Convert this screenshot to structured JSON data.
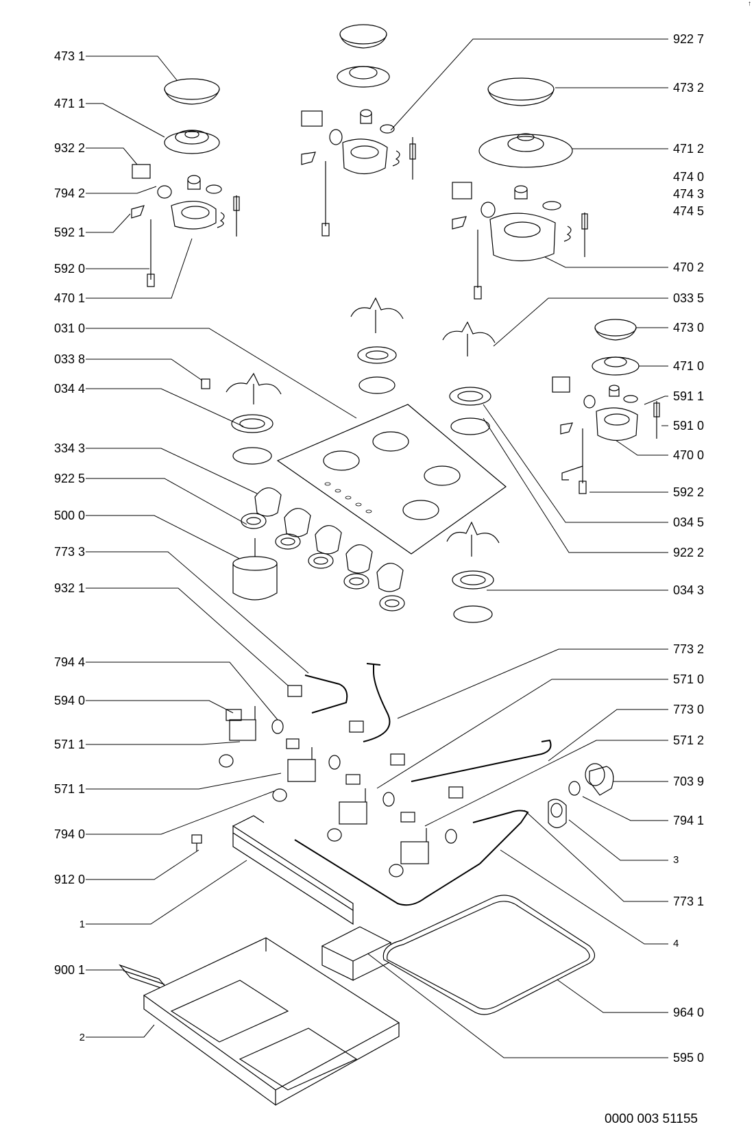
{
  "labels_left": [
    {
      "key": "l1",
      "text": "473 1"
    },
    {
      "key": "l2",
      "text": "471 1"
    },
    {
      "key": "l3",
      "text": "932 2"
    },
    {
      "key": "l4",
      "text": "794 2"
    },
    {
      "key": "l5",
      "text": "592 1"
    },
    {
      "key": "l6",
      "text": "592 0"
    },
    {
      "key": "l7",
      "text": "470 1"
    },
    {
      "key": "l8",
      "text": "031 0"
    },
    {
      "key": "l9",
      "text": "033 8"
    },
    {
      "key": "l10",
      "text": "034 4"
    },
    {
      "key": "l11",
      "text": "334 3"
    },
    {
      "key": "l12",
      "text": "922 5"
    },
    {
      "key": "l13",
      "text": "500 0"
    },
    {
      "key": "l14",
      "text": "773 3"
    },
    {
      "key": "l15",
      "text": "932 1"
    },
    {
      "key": "l16",
      "text": "794 4"
    },
    {
      "key": "l17",
      "text": "594 0"
    },
    {
      "key": "l18",
      "text": "571 1"
    },
    {
      "key": "l19",
      "text": "571 1"
    },
    {
      "key": "l20",
      "text": "794 0"
    },
    {
      "key": "l21",
      "text": "912 0"
    },
    {
      "key": "l22",
      "text": "1"
    },
    {
      "key": "l23",
      "text": "900 1"
    },
    {
      "key": "l24",
      "text": "2"
    }
  ],
  "labels_right": [
    {
      "key": "r1",
      "text": "922 7"
    },
    {
      "key": "r2",
      "text": "473 2"
    },
    {
      "key": "r3",
      "text": "471 2"
    },
    {
      "key": "r4",
      "text": "474 0"
    },
    {
      "key": "r5",
      "text": "474 3"
    },
    {
      "key": "r6",
      "text": "474 5"
    },
    {
      "key": "r7",
      "text": "470 2"
    },
    {
      "key": "r8",
      "text": "033 5"
    },
    {
      "key": "r9",
      "text": "473 0"
    },
    {
      "key": "r10",
      "text": "471 0"
    },
    {
      "key": "r11",
      "text": "591 1"
    },
    {
      "key": "r12",
      "text": "591 0"
    },
    {
      "key": "r13",
      "text": "470 0"
    },
    {
      "key": "r14",
      "text": "592 2"
    },
    {
      "key": "r15",
      "text": "034 5"
    },
    {
      "key": "r16",
      "text": "922 2"
    },
    {
      "key": "r17",
      "text": "034 3"
    },
    {
      "key": "r18",
      "text": "773 2"
    },
    {
      "key": "r19",
      "text": "571 0"
    },
    {
      "key": "r20",
      "text": "773 0"
    },
    {
      "key": "r21",
      "text": "571 2"
    },
    {
      "key": "r22",
      "text": "703 9"
    },
    {
      "key": "r23",
      "text": "794 1"
    },
    {
      "key": "r24",
      "text": "3"
    },
    {
      "key": "r25",
      "text": "773 1"
    },
    {
      "key": "r26",
      "text": "4"
    },
    {
      "key": "r27",
      "text": "964 0"
    },
    {
      "key": "r28",
      "text": "595 0"
    }
  ],
  "document_number": "0000 003 51155",
  "corner_mark": "↑",
  "colors": {
    "line": "#000000",
    "fill": "#ffffff",
    "shade": "#9a9a9a"
  }
}
